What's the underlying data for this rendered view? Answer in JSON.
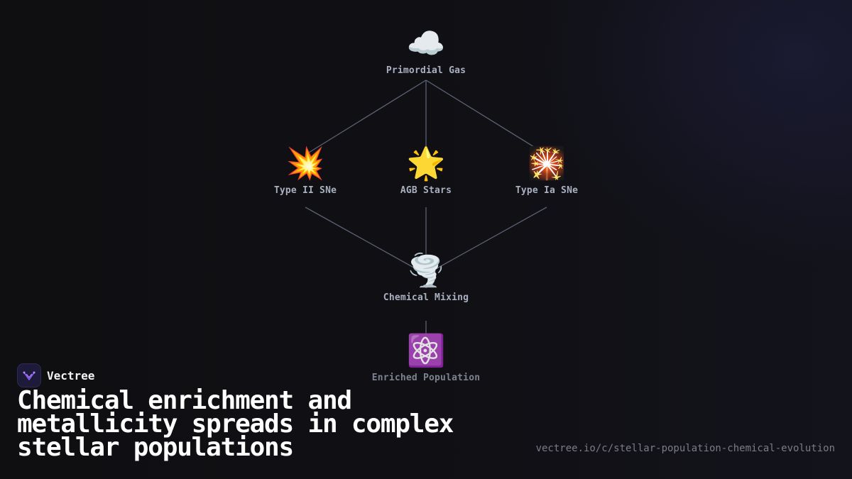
{
  "diagram": {
    "nodes": [
      {
        "id": "primordial-gas",
        "emoji": "☁️",
        "label": "Primordial Gas"
      },
      {
        "id": "type-ii-sne",
        "emoji": "💥",
        "label": "Type II SNe"
      },
      {
        "id": "agb-stars",
        "emoji": "🌟",
        "label": "AGB Stars"
      },
      {
        "id": "type-ia-sne",
        "emoji": "🎇",
        "label": "Type Ia SNe"
      },
      {
        "id": "chemical-mixing",
        "emoji": "🌪️",
        "label": "Chemical Mixing"
      },
      {
        "id": "enriched-population",
        "emoji": "⚛️",
        "label": "Enriched Population"
      }
    ],
    "edges": [
      {
        "from": "primordial-gas",
        "to": "type-ii-sne"
      },
      {
        "from": "primordial-gas",
        "to": "agb-stars"
      },
      {
        "from": "primordial-gas",
        "to": "type-ia-sne"
      },
      {
        "from": "type-ii-sne",
        "to": "chemical-mixing"
      },
      {
        "from": "agb-stars",
        "to": "chemical-mixing"
      },
      {
        "from": "type-ia-sne",
        "to": "chemical-mixing"
      },
      {
        "from": "chemical-mixing",
        "to": "enriched-population"
      }
    ],
    "edge_color": "#5a6272"
  },
  "brand": {
    "name": "Vectree",
    "accent": "#8a5cf6"
  },
  "title": "Chemical enrichment and metallicity spreads in complex stellar populations",
  "url": "vectree.io/c/stellar-population-chemical-evolution"
}
